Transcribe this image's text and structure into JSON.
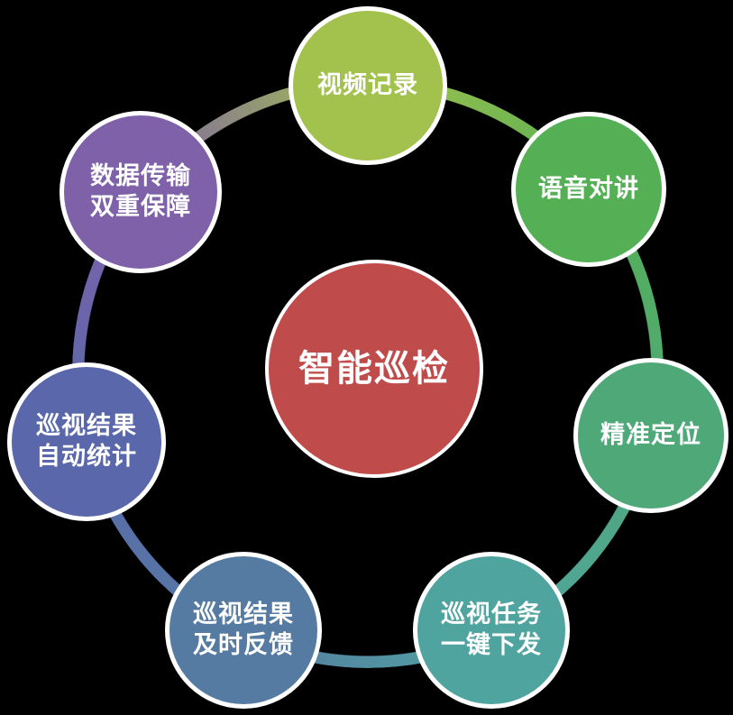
{
  "diagram": {
    "background": "#000000",
    "center": {
      "label": "智能巡检",
      "color": "#c04b4b",
      "text_color": "#ffffff"
    },
    "nodes": [
      {
        "id": "video-recording",
        "label": "视频记录",
        "color": "#a2c14d"
      },
      {
        "id": "voice-intercom",
        "label": "语音对讲",
        "color": "#55b055"
      },
      {
        "id": "precise-positioning",
        "label": "精准定位",
        "color": "#4fa878"
      },
      {
        "id": "task-dispatch",
        "label": "巡视任务\n一键下发",
        "color": "#50a4a0"
      },
      {
        "id": "result-feedback",
        "label": "巡视结果\n及时反馈",
        "color": "#557ba2"
      },
      {
        "id": "result-statistics",
        "label": "巡视结果\n自动统计",
        "color": "#5a68ab"
      },
      {
        "id": "data-transmission",
        "label": "数据传输\n双重保障",
        "color": "#7e61a9"
      }
    ]
  }
}
